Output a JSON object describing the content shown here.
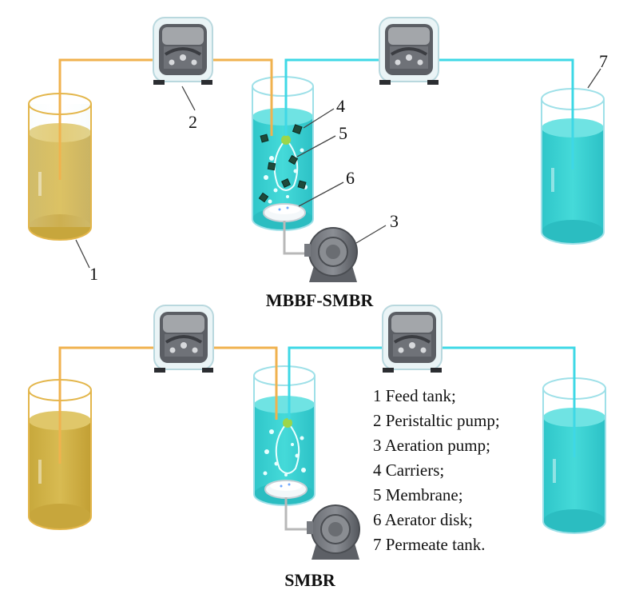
{
  "labels": {
    "feed_tank": "1",
    "peristaltic_pump": "2",
    "aeration_pump": "3",
    "carriers": "4",
    "membrane": "5",
    "aerator_disk": "6",
    "permeate_tank": "7"
  },
  "titles": {
    "top": "MBBF-SMBR",
    "bottom": "SMBR"
  },
  "legend": [
    "1 Feed tank;",
    "2 Peristaltic pump;",
    "3 Aeration pump;",
    "4 Carriers;",
    "5 Membrane;",
    "6 Aerator disk;",
    "7 Permeate tank."
  ],
  "colors": {
    "feed_liquid": "#d2b446",
    "reactor_liquid": "#3ccfd2",
    "permeate_liquid": "#36d6d4",
    "feed_tube": "#f0b24e",
    "permeate_tube": "#3ed8e6",
    "air_tube": "#b8b8b8",
    "pump_body": "#5a5d63",
    "carrier": "#1f4a3a"
  }
}
